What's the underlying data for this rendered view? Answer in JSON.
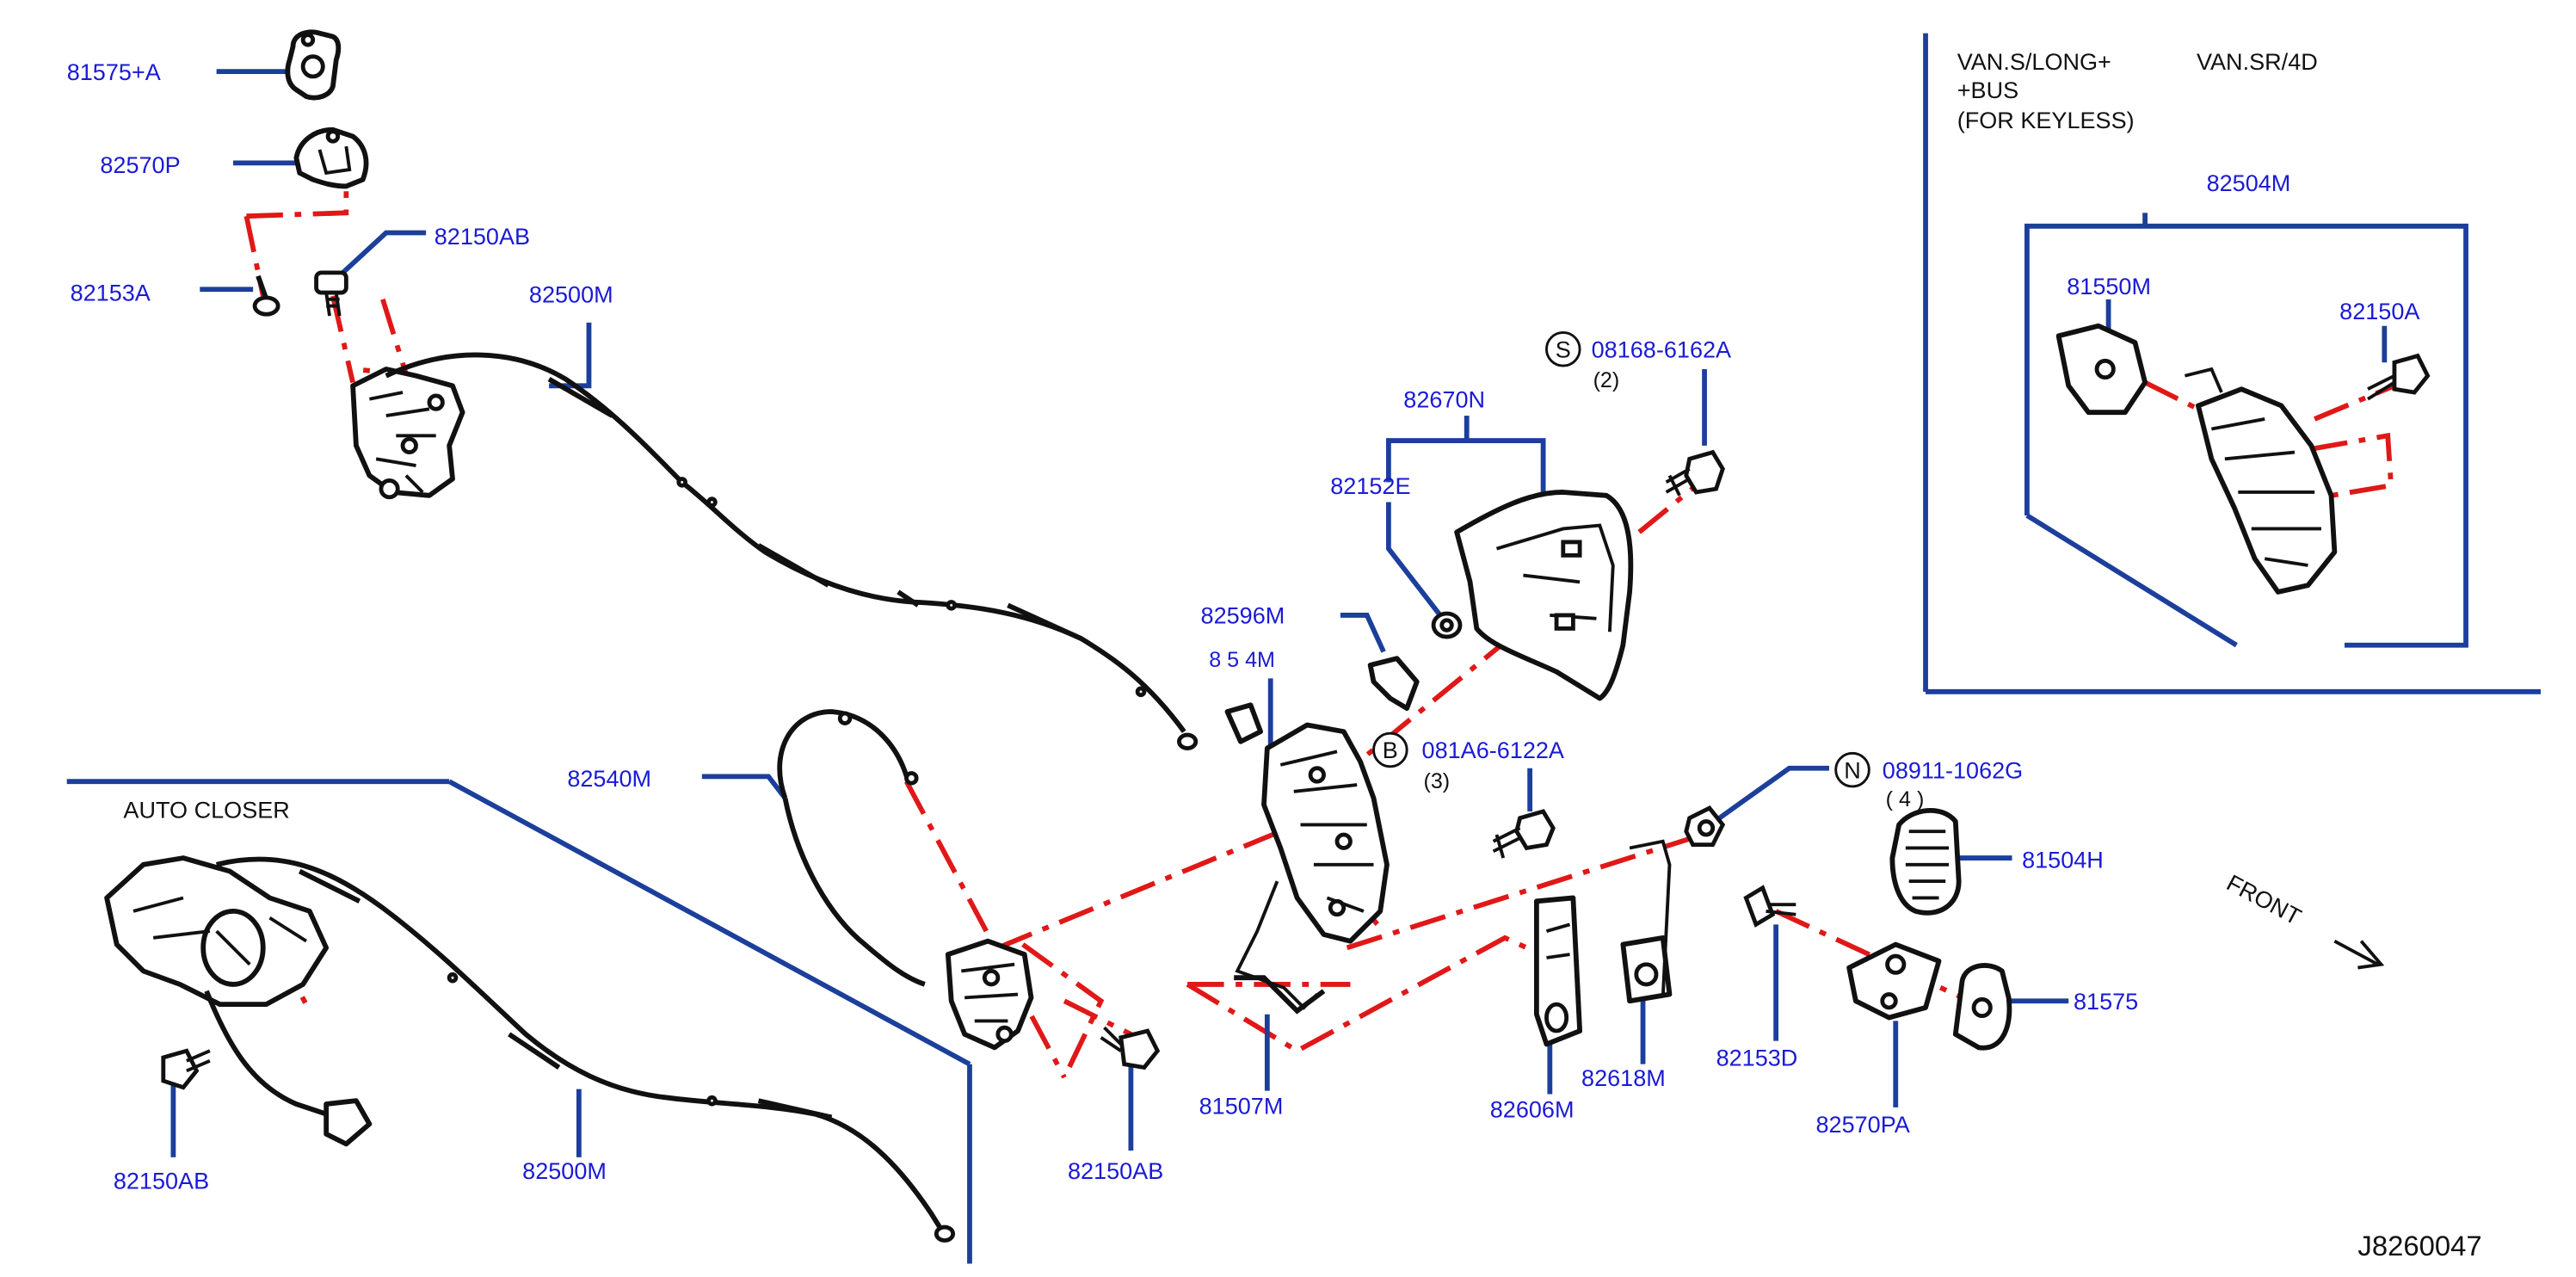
{
  "diagram": {
    "reference_code": "J8260047",
    "region_labels": {
      "auto_closer": "AUTO   CLOSER",
      "variant_line1": "VAN.S/LONG+",
      "variant_line2": "+BUS",
      "variant_line3": "(FOR   KEYLESS)",
      "variant_alt": "VAN.SR/4D",
      "front": "FRONT"
    },
    "symbols": {
      "s": "S",
      "b": "B",
      "n": "N"
    },
    "parts": {
      "p81575_a": "81575+A",
      "p82570p": "82570P",
      "p82153a": "82153A",
      "p82150ab_top": "82150AB",
      "p82500m_top": "82500M",
      "p08168": "08168-6162A",
      "p08168_qty": "(2)",
      "p82670n": "82670N",
      "p82152e": "82152E",
      "p82596m": "82596M",
      "p82504m_frag": "8  5  4M",
      "p081a6": "081A6-6122A",
      "p081a6_qty": "(3)",
      "p08911": "08911-1062G",
      "p08911_qty": "(  4  )",
      "p81504h": "81504H",
      "p82540m": "82540M",
      "p82150ab_left": "82150AB",
      "p82500m_bottom": "82500M",
      "p82150ab_mid": "82150AB",
      "p81507m": "81507M",
      "p82606m": "82606M",
      "p82618m": "82618M",
      "p82153d": "82153D",
      "p82570pa": "82570PA",
      "p81575": "81575",
      "p82504m": "82504M",
      "p81550m": "81550M",
      "p82150a": "82150A"
    }
  }
}
